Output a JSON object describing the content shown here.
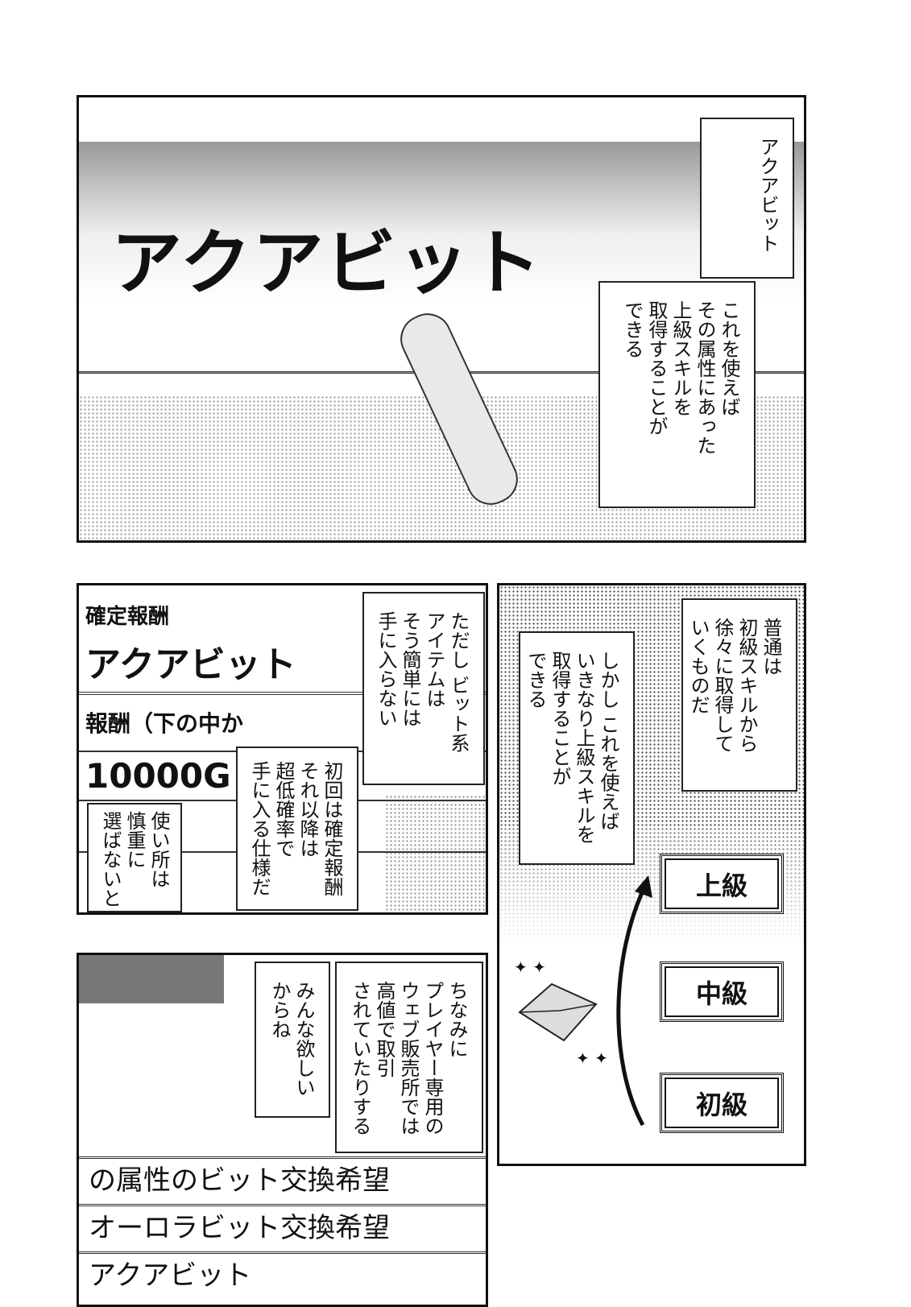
{
  "panel1": {
    "screen_title": "アクアビット",
    "caption_name": [
      "アクアビット"
    ],
    "caption_desc": [
      "これを使えば",
      "その属性にあった",
      "上級スキルを",
      "取得することが",
      "できる"
    ]
  },
  "panel2": {
    "label_fixed_reward": "確定報酬",
    "item_name": "アクアビット",
    "label_reward_choice": "報酬（下の中か",
    "gold_amount": "10000G",
    "caption_1": [
      "ただし ビット系",
      "アイテムは",
      "そう簡単には",
      "手に入らない"
    ],
    "caption_2": [
      "初回は確定報酬",
      "それ以降は",
      "超低確率で",
      "手に入る仕様だ"
    ],
    "caption_3": [
      "使い所は",
      "慎重に",
      "選ばないと"
    ]
  },
  "panel3": {
    "caption_1": [
      "普通は",
      "初級スキルから",
      "徐々に取得して",
      "いくものだ"
    ],
    "caption_2": [
      "しかし これを使えば",
      "いきなり上級スキルを",
      "取得することが",
      "できる"
    ],
    "ranks": [
      "上級",
      "中級",
      "初級"
    ]
  },
  "panel4": {
    "list_items": [
      "の属性のビット交換希望",
      "オーロラビット交換希望",
      "アクアビット"
    ],
    "caption_1": [
      "ちなみに",
      "プレイヤー専用の",
      "ウェブ販売所では",
      "高値で取引",
      "されていたりする"
    ],
    "caption_2": [
      "みんな欲しい",
      "からね"
    ]
  }
}
